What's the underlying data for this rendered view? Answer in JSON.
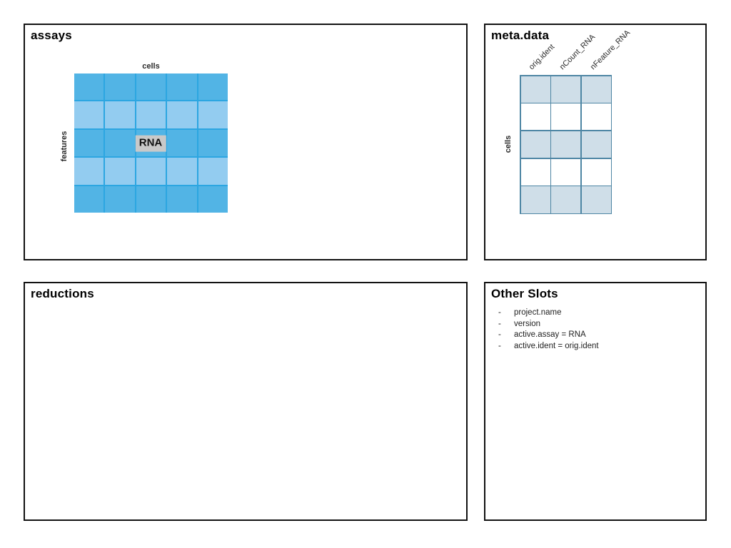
{
  "colors": {
    "page_bg": "#ffffff",
    "panel_border": "#121212",
    "title_text": "#000000",
    "label_text": "#2b2b2b",
    "assay_row_dark": "#52b4e5",
    "assay_row_light": "#93ccf0",
    "assay_grid_line": "#2ca6e1",
    "assay_badge_bg": "#c9c9c9",
    "assay_badge_text": "#111111",
    "meta_row_shaded": "#cfdee8",
    "meta_row_plain": "#ffffff",
    "meta_grid_line": "#4e86a4",
    "list_text": "#1f1f1f"
  },
  "panels": {
    "assays": {
      "title": "assays",
      "col_axis_label": "cells",
      "row_axis_label": "features",
      "matrix_label": "RNA",
      "grid": {
        "rows": 5,
        "cols": 5
      }
    },
    "meta_data": {
      "title": "meta.data",
      "row_axis_label": "cells",
      "columns": [
        "orig.ident",
        "nCount_RNA",
        "nFeature_RNA"
      ],
      "grid": {
        "rows": 5,
        "cols": 3
      }
    },
    "reductions": {
      "title": "reductions"
    },
    "other_slots": {
      "title": "Other Slots",
      "bullet": "-",
      "items": [
        "project.name",
        "version",
        "active.assay = RNA",
        "active.ident = orig.ident"
      ]
    }
  }
}
